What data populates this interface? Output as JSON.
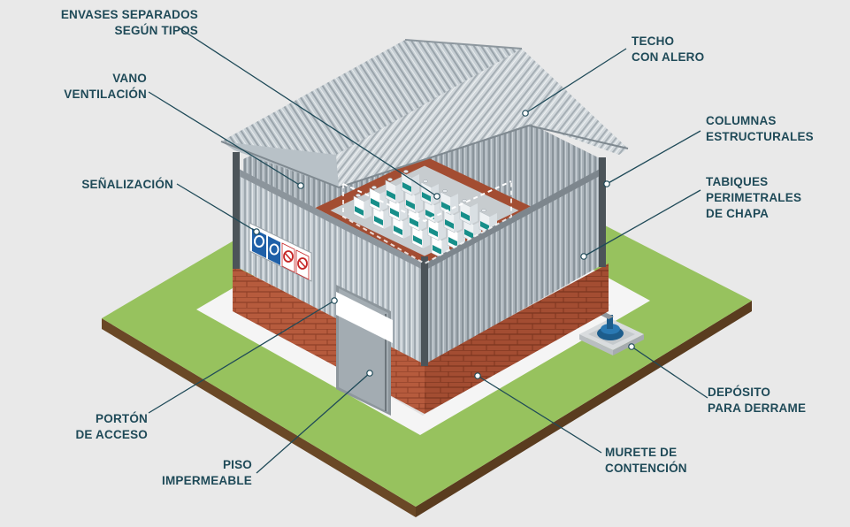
{
  "diagram": {
    "labels": {
      "envases": [
        "ENVASES SEPARADOS",
        "SEGÚN TIPOS"
      ],
      "vano": [
        "VANO",
        "VENTILACIÓN"
      ],
      "senalizacion": [
        "SEÑALIZACIÓN"
      ],
      "porton": [
        "PORTÓN",
        "DE ACCESO"
      ],
      "piso": [
        "PISO",
        "IMPERMEABLE"
      ],
      "techo": [
        "TECHO",
        "CON ALERO"
      ],
      "columnas": [
        "COLUMNAS",
        "ESTRUCTURALES"
      ],
      "tabiques": [
        "TABIQUES",
        "PERIMETRALES",
        "DE CHAPA"
      ],
      "deposito": [
        "DEPÓSITO",
        "PARA DERRAME"
      ],
      "murete": [
        "MURETE DE",
        "CONTENCIÓN"
      ]
    },
    "colors": {
      "background": "#e9e9e9",
      "grass": "#97c25e",
      "soil": "#6b4a26",
      "floor": "#f6f6f6",
      "brick": "#b55a3c",
      "metal": "#b9c2c8",
      "roof": "#c6ced4",
      "leader_line": "#1f4a58",
      "label_text": "#1f4a58",
      "accent_teal": "#178f8a"
    },
    "icons": [
      "mandatory-sign-icon",
      "mandatory-sign-icon",
      "prohibition-sign-icon",
      "prohibition-sign-icon"
    ]
  }
}
